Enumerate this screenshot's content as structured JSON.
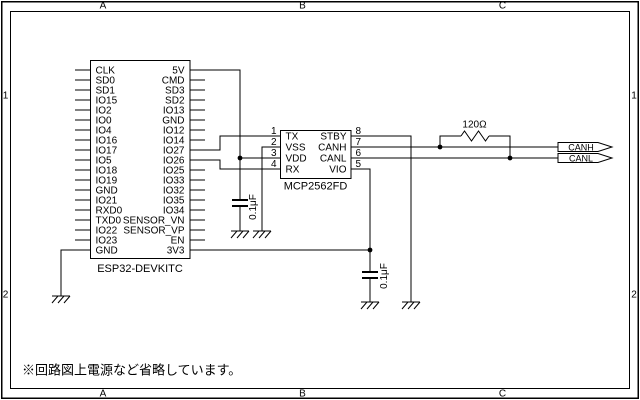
{
  "frame": {
    "columns": [
      "A",
      "B",
      "C"
    ],
    "rows": [
      "1",
      "2"
    ]
  },
  "note": "※回路図上電源など省略しています。",
  "colors": {
    "wire": "#000000",
    "background": "#ffffff"
  },
  "components": {
    "esp32": {
      "name": "ESP32-DEVKITC",
      "left_pins": [
        "CLK",
        "SD0",
        "SD1",
        "IO15",
        "IO2",
        "IO0",
        "IO4",
        "IO16",
        "IO17",
        "IO5",
        "IO18",
        "IO19",
        "GND",
        "IO21",
        "RXD0",
        "TXD0",
        "IO22",
        "IO23",
        "GND"
      ],
      "right_pins": [
        "5V",
        "CMD",
        "SD3",
        "SD2",
        "IO13",
        "GND",
        "IO12",
        "IO14",
        "IO27",
        "IO26",
        "IO25",
        "IO33",
        "IO32",
        "IO35",
        "IO34",
        "SENSOR_VN",
        "SENSOR_VP",
        "EN",
        "3V3"
      ]
    },
    "mcp2562": {
      "name": "MCP2562FD",
      "left_pins": [
        {
          "num": "1",
          "label": "TX"
        },
        {
          "num": "2",
          "label": "VSS"
        },
        {
          "num": "3",
          "label": "VDD"
        },
        {
          "num": "4",
          "label": "RX"
        }
      ],
      "right_pins": [
        {
          "num": "8",
          "label": "STBY"
        },
        {
          "num": "7",
          "label": "CANH"
        },
        {
          "num": "6",
          "label": "CANL"
        },
        {
          "num": "5",
          "label": "VIO"
        }
      ]
    },
    "resistor": {
      "value": "120Ω"
    },
    "capacitor1": {
      "value": "0.1μF"
    },
    "capacitor2": {
      "value": "0.1μF"
    },
    "net_flag_canh": {
      "label": "CANH"
    },
    "net_flag_canl": {
      "label": "CANL"
    }
  }
}
